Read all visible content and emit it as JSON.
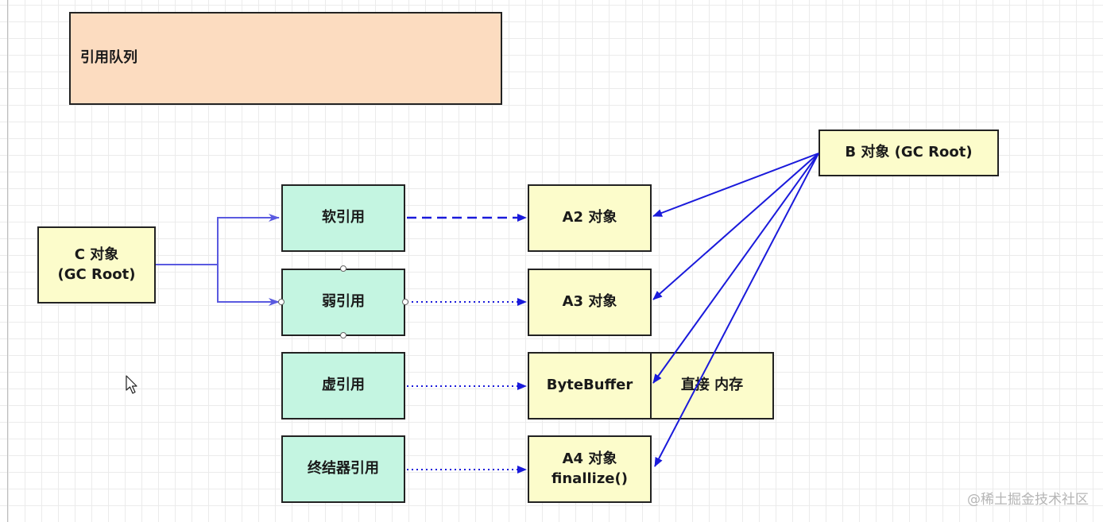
{
  "queue": {
    "label": "引用队列"
  },
  "c_obj": {
    "line1": "C 对象",
    "line2": "(GC Root)"
  },
  "b_obj": {
    "label": "B 对象  (GC Root)"
  },
  "refs": {
    "soft": "软引用",
    "weak": "弱引用",
    "phantom": "虚引用",
    "finalizer": "终结器引用"
  },
  "objs": {
    "a2": "A2 对象",
    "a3": "A3 对象",
    "bytebuffer": "ByteBuffer",
    "direct_memory": "直接 内存",
    "a4_line1": "A4 对象",
    "a4_line2": "finallize()"
  },
  "watermark": "@稀土掘金技术社区",
  "colors": {
    "queue_fill": "#fcdcc0",
    "ref_fill": "#c4f5e1",
    "obj_fill": "#fcfccb",
    "edge_blue": "#1a1adb",
    "c_edge": "#5a5ae0"
  }
}
